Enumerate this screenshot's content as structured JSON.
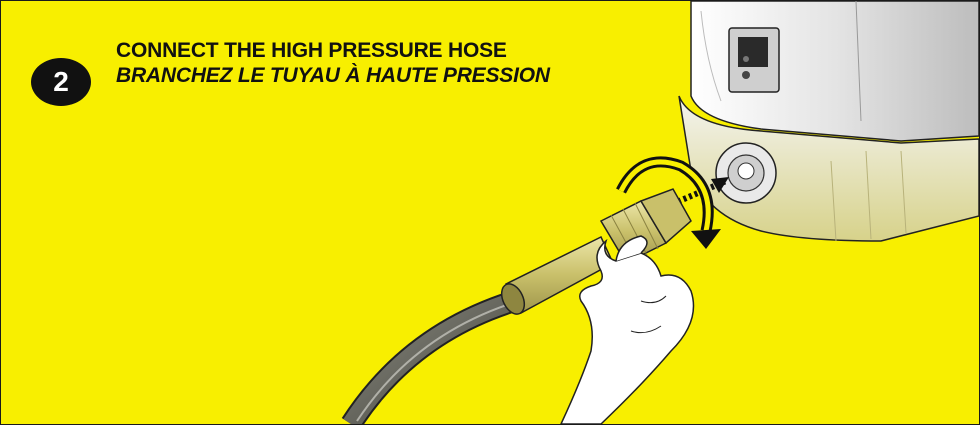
{
  "step": {
    "number": "2",
    "title_en": "CONNECT THE HIGH PRESSURE HOSE",
    "title_fr": "BRANCHEZ LE TUYAU À HAUTE PRESSION"
  },
  "colors": {
    "background": "#f8ef00",
    "badge": "#111111",
    "text": "#111111",
    "machine_body": "#e6e6e6",
    "hose": "#5a5a52",
    "fitting": "#d4cc74"
  },
  "illustration": {
    "icons": [
      "pressure-washer-body",
      "high-pressure-outlet",
      "hose-fitting",
      "hand",
      "rotate-arrow-icon",
      "insert-arrow-icon"
    ]
  }
}
